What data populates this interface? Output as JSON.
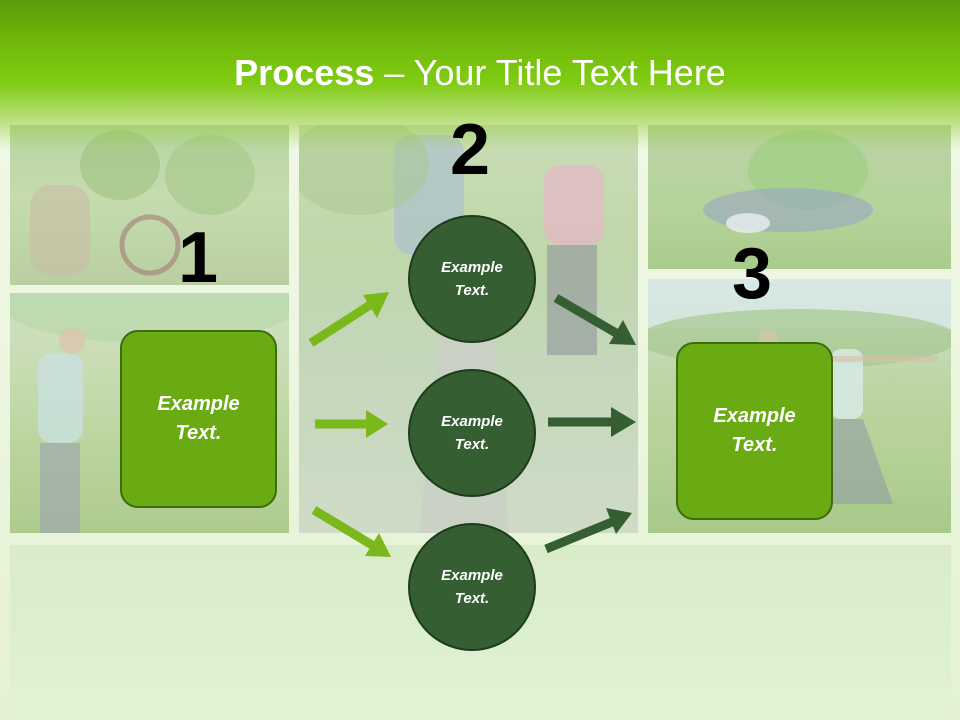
{
  "header": {
    "title_bold": "Process",
    "title_rest": " – Your Title Text Here"
  },
  "steps": {
    "one": "1",
    "two": "2",
    "three": "3"
  },
  "boxes": {
    "left_text": "Example\nText.",
    "right_text": "Example\nText."
  },
  "circles": {
    "top_text": "Example\nText.",
    "mid_text": "Example\nText.",
    "bot_text": "Example\nText."
  },
  "colors": {
    "header_green": "#80cc12",
    "box_green": "#6aaa13",
    "circle_dark_green": "#355e33",
    "arrow_light_green": "#7ab81c",
    "arrow_dark_green": "#355e33"
  }
}
